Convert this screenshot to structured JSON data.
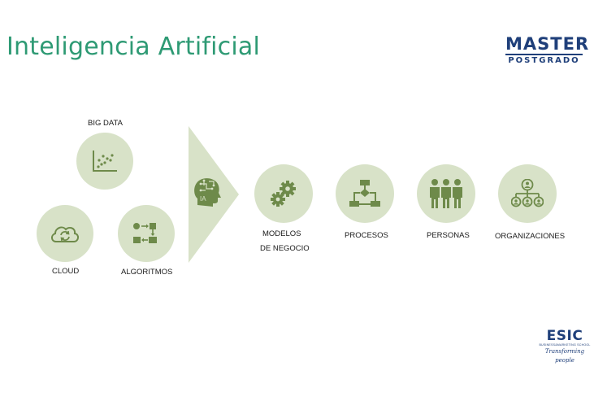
{
  "title": "Inteligencia Artificial",
  "logo_master": {
    "line1": "MASTER",
    "line2": "POSTGRADO"
  },
  "sources": {
    "big_data": {
      "label": "BIG DATA",
      "icon": "scatter-chart-icon"
    },
    "cloud": {
      "label": "CLOUD",
      "icon": "cloud-sync-icon"
    },
    "algoritmos": {
      "label": "ALGORITMOS",
      "icon": "algorithm-flow-icon"
    }
  },
  "ia": {
    "label": "IA",
    "icon": "ai-head-icon"
  },
  "outputs": {
    "modelos": {
      "line1": "MODELOS",
      "line2": "DE NEGOCIO",
      "icon": "gears-icon"
    },
    "procesos": {
      "label": "PROCESOS",
      "icon": "flowchart-icon"
    },
    "personas": {
      "label": "PERSONAS",
      "icon": "people-icon"
    },
    "organizaciones": {
      "label": "ORGANIZACIONES",
      "icon": "org-chart-icon"
    }
  },
  "logo_esic": {
    "name": "ESIC",
    "subtitle": "BUSINESS&MARKETING SCHOOL",
    "tagline": "Transforming people"
  },
  "colors": {
    "title": "#2e9a74",
    "circle": "#d8e2c8",
    "icon": "#6e8a4a",
    "brand": "#1f3f7a"
  }
}
